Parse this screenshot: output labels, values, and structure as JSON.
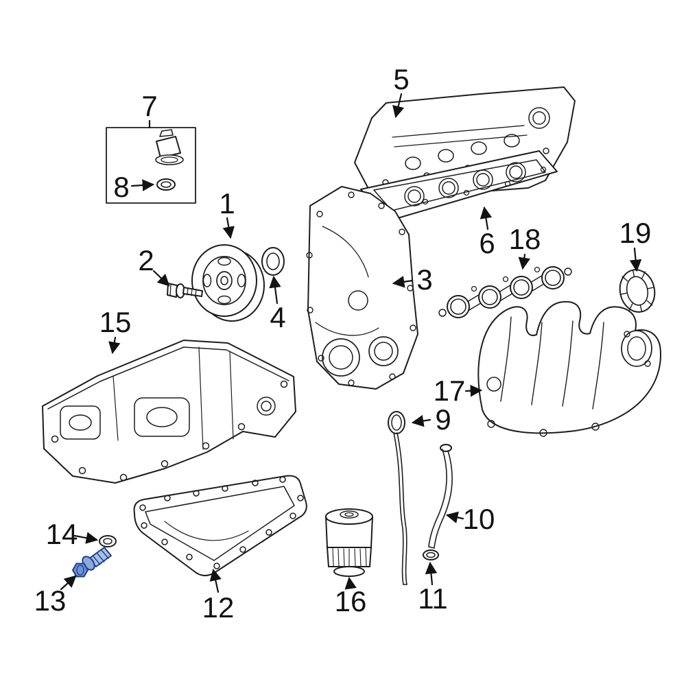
{
  "diagram": {
    "type": "exploded-parts-diagram",
    "subject": "Engine oil pan / timing cover parts diagram",
    "background_color": "#ffffff",
    "line_color": "#1c1c1c",
    "highlight_color": "#3a5fb0",
    "highlighted_callout": "13",
    "callouts": [
      {
        "num": "1",
        "part": "crankshaft-pulley"
      },
      {
        "num": "2",
        "part": "pulley-bolt"
      },
      {
        "num": "3",
        "part": "timing-cover"
      },
      {
        "num": "4",
        "part": "crankshaft-front-seal"
      },
      {
        "num": "5",
        "part": "valve-cover"
      },
      {
        "num": "6",
        "part": "valve-cover-gasket"
      },
      {
        "num": "7",
        "part": "oil-filler-cap"
      },
      {
        "num": "8",
        "part": "filler-cap-gasket"
      },
      {
        "num": "9",
        "part": "oil-dipstick"
      },
      {
        "num": "10",
        "part": "dipstick-tube"
      },
      {
        "num": "11",
        "part": "dipstick-tube-oring"
      },
      {
        "num": "12",
        "part": "oil-pan"
      },
      {
        "num": "13",
        "part": "oil-drain-plug"
      },
      {
        "num": "14",
        "part": "drain-plug-gasket"
      },
      {
        "num": "15",
        "part": "engine-block-lower-section"
      },
      {
        "num": "16",
        "part": "oil-filter"
      },
      {
        "num": "17",
        "part": "intake-manifold"
      },
      {
        "num": "18",
        "part": "intake-manifold-gasket"
      },
      {
        "num": "19",
        "part": "throttle-body-gasket"
      }
    ]
  }
}
